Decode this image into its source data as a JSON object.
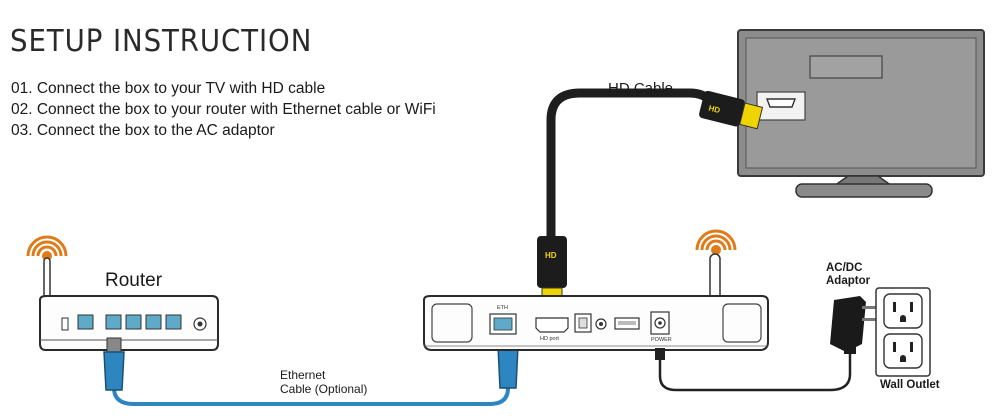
{
  "title": "SETUP INSTRUCTION",
  "steps": [
    "01. Connect the box to your TV with HD cable",
    "02. Connect the box to your router with Ethernet cable or WiFi",
    "03. Connect the box to the AC adaptor"
  ],
  "labels": {
    "router": "Router",
    "hd_cable": "HD Cable",
    "ethernet_line1": "Ethernet",
    "ethernet_line2": "Cable  (Optional)",
    "acdc_line1": "AC/DC",
    "acdc_line2": "Adaptor",
    "wall_outlet": "Wall Outlet"
  },
  "ports": {
    "eth": "ETH",
    "hd_port": "HD port",
    "power": "POWER"
  },
  "plug_text": "HD",
  "colors": {
    "cable_blue": "#2e86c1",
    "wifi_orange": "#e07b1a",
    "router_port_blue": "#5fa9c9",
    "plug_yellow": "#f0d400",
    "tv_gray": "#8c8c8c"
  }
}
